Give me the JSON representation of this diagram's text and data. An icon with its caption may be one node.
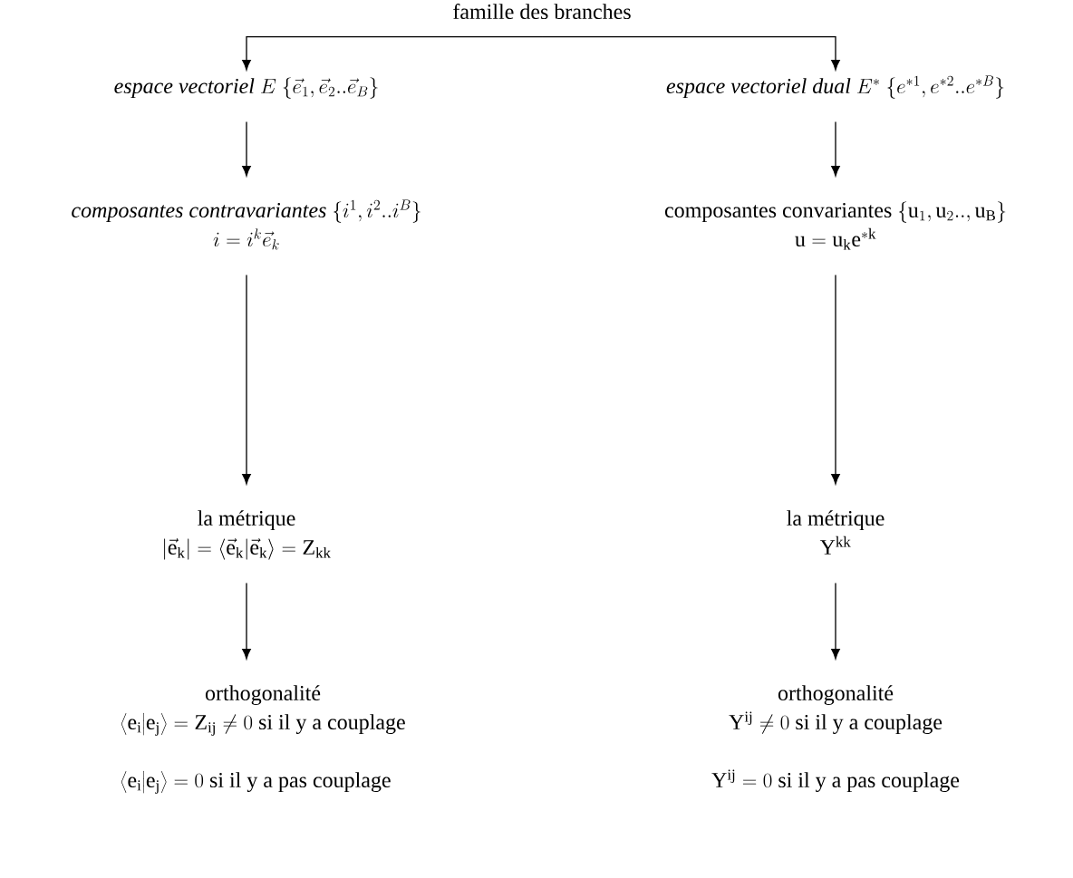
{
  "diagram": {
    "nodes": [
      {
        "text": [
          "famille des branches"
        ]
      },
      {
        "text": [
          "espace vectoriel",
          "E\\ \\{\\vec{e}_1,\\vec{e}_2..\\vec{e}_B\\}"
        ]
      },
      {
        "text": [
          "espace vectoriel dual",
          "E^{*}\\ \\{e^{*1},e^{*2}..e^{*B}\\}"
        ]
      },
      {
        "text": [
          "composantes contravariantes",
          "\\{i^1,i^2..i^B\\}",
          "i=i^k\\vec{e}_k"
        ]
      },
      {
        "text": [
          "composantes convariantes",
          "\\{\\mathrm{u}_1,\\mathrm{u}_2..,\\mathrm{u}_\\mathrm{B}\\}",
          "\\mathrm{u}=\\mathrm{u}_\\mathrm{k}\\mathrm{e}^{*\\mathrm{k}}"
        ]
      },
      {
        "text": [
          "la métrique",
          "\\left|\\vec{\\mathrm{e}}_\\mathrm{k}\\right| = \\left\\langle\\vec{\\mathrm{e}}_\\mathrm{k}\\middle|\\vec{\\mathrm{e}}_\\mathrm{k}\\right\\rangle = \\mathrm{Z}_\\mathrm{kk}"
        ]
      },
      {
        "text": [
          "la métrique",
          "\\mathrm{Y}^\\mathrm{kk}"
        ]
      },
      {
        "text": [
          "orthogonalité",
          "\\left\\langle\\mathrm{e}_\\mathrm{i}\\middle|\\mathrm{e}_\\mathrm{j}\\right\\rangle = \\mathrm{Z}_\\mathrm{ij}\\neq 0",
          "si il y a couplage",
          "\\left\\langle\\mathrm{e}_\\mathrm{i}\\middle|\\mathrm{e}_\\mathrm{j}\\right\\rangle = 0",
          "si il y a pas couplage"
        ]
      },
      {
        "text": [
          "orthogonalité",
          "\\mathrm{Y}^\\mathrm{ij}\\neq 0",
          "si il y a couplage",
          "\\mathrm{Y}^\\mathrm{ij} = 0",
          "si il y a pas couplage"
        ]
      }
    ],
    "edges": [
      {
        "from": 0,
        "to": 1,
        "arrow": "to"
      },
      {
        "from": 0,
        "to": 2,
        "arrow": "to"
      },
      {
        "from": 1,
        "to": 3,
        "arrow": "to"
      },
      {
        "from": 2,
        "to": 4,
        "arrow": "to"
      },
      {
        "from": 3,
        "to": 5,
        "arrow": "to"
      },
      {
        "from": 4,
        "to": 6,
        "arrow": "to"
      },
      {
        "from": 5,
        "to": 7,
        "arrow": "to"
      },
      {
        "from": 6,
        "to": 8,
        "arrow": "to"
      }
    ]
  }
}
